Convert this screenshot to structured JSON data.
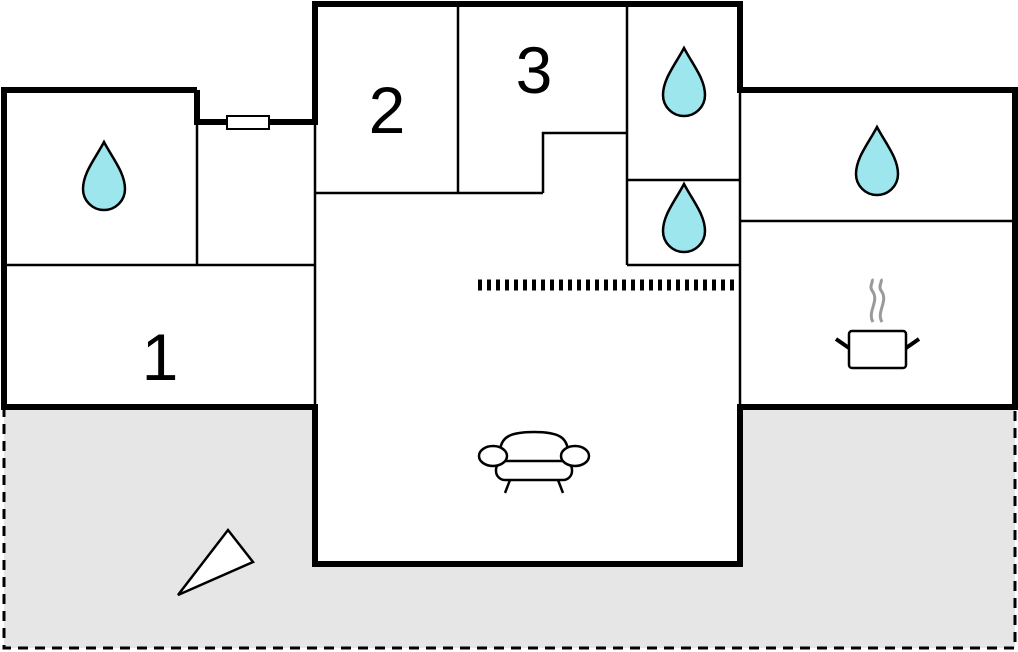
{
  "rooms": {
    "bedroom_1": {
      "label": "1"
    },
    "bedroom_2": {
      "label": "2"
    },
    "bedroom_3": {
      "label": "3"
    }
  },
  "icons": {
    "bathroom": "water-drop-icon",
    "kitchen": "cooking-pot-icon",
    "living_room": "sofa-icon",
    "terrace": "compass-arrow-icon"
  },
  "colors": {
    "water_drop": "#9ee6ee",
    "terrace": "#e6e6e6",
    "wall": "#000000",
    "floor": "#ffffff",
    "steam": "#9a9a9a"
  }
}
